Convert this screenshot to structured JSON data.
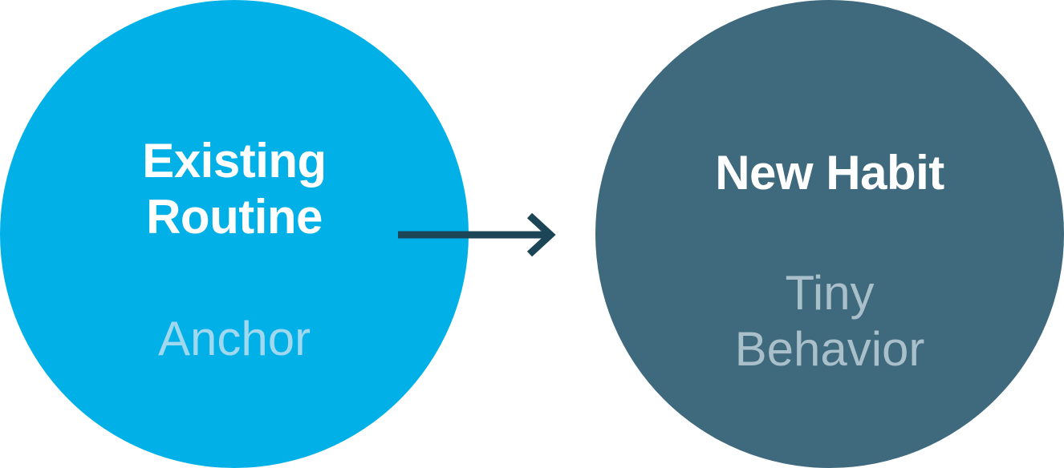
{
  "colors": {
    "left_circle": "#00b0e6",
    "right_circle": "#3f697d",
    "title_text": "#ffffff",
    "left_subtitle_text": "#9fd8ef",
    "right_subtitle_text": "#a9bfca",
    "arrow": "#1c4558"
  },
  "left": {
    "title_line1": "Existing",
    "title_line2": "Routine",
    "subtitle": "Anchor"
  },
  "right": {
    "title": "New Habit",
    "subtitle_line1": "Tiny",
    "subtitle_line2": "Behavior"
  },
  "arrow_icon": "arrow-right-icon"
}
